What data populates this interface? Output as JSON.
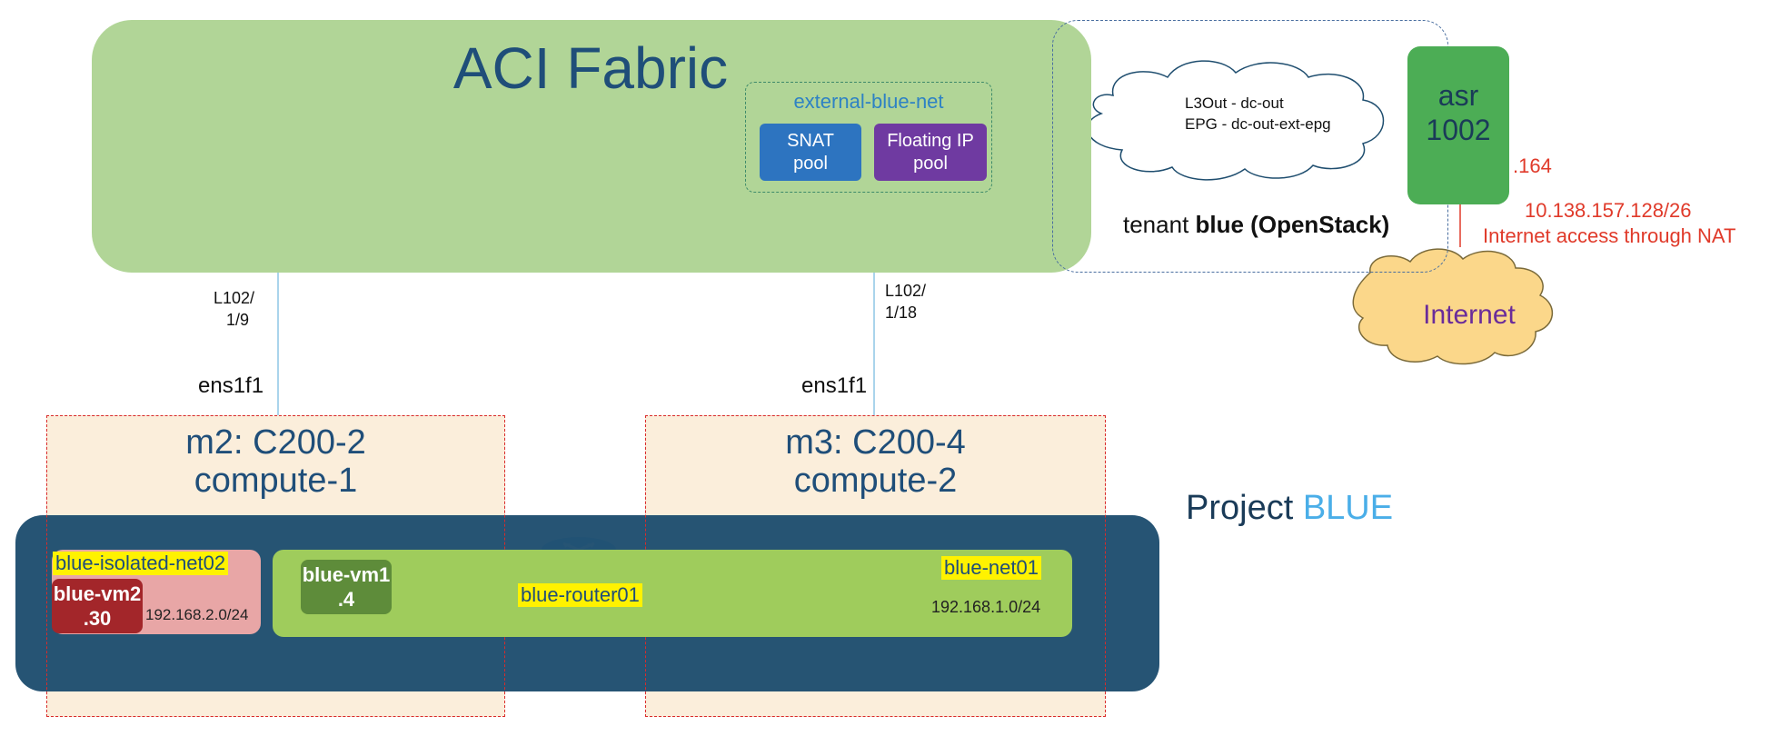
{
  "fabric": {
    "title": "ACI Fabric"
  },
  "external_net": {
    "label": "external-blue-net",
    "snat_line1": "SNAT",
    "snat_line2": "pool",
    "fip_line1": "Floating IP",
    "fip_line2": "pool"
  },
  "l3out": {
    "line1": "L3Out - dc-out",
    "line2": "EPG - dc-out-ext-epg"
  },
  "tenant": {
    "prefix": "tenant ",
    "name": "blue (OpenStack)"
  },
  "asr": {
    "line1": "asr",
    "line2": "1002",
    "ip_suffix": ".164",
    "subnet": "10.138.157.128/26",
    "note": "Internet access through NAT"
  },
  "internet": {
    "label": "Internet"
  },
  "links": {
    "left_port_line1": "L102/",
    "left_port_line2": "1/9",
    "right_port_line1": "L102/",
    "right_port_line2": "1/18",
    "left_iface": "ens1f1",
    "right_iface": "ens1f1"
  },
  "compute": [
    {
      "line1": "m2: C200-2",
      "line2": "compute-1"
    },
    {
      "line1": "m3: C200-4",
      "line2": "compute-2"
    }
  ],
  "project": {
    "prefix": "Project ",
    "name": "BLUE"
  },
  "networks": {
    "isolated": {
      "label": "blue-isolated-net02",
      "cidr": "192.168.2.0/24"
    },
    "net01": {
      "label": "blue-net01",
      "cidr": "192.168.1.0/24"
    },
    "router": {
      "label": "blue-router01"
    }
  },
  "vms": {
    "vm2": {
      "name": "blue-vm2",
      "ip": ".30"
    },
    "vm1": {
      "name": "blue-vm1",
      "ip": ".4"
    }
  },
  "colors": {
    "fabric": "#b1d597",
    "project": "#1f4e6f",
    "asr": "#4cad55",
    "alert": "#e03a2a",
    "accent": "#4aaee8"
  }
}
